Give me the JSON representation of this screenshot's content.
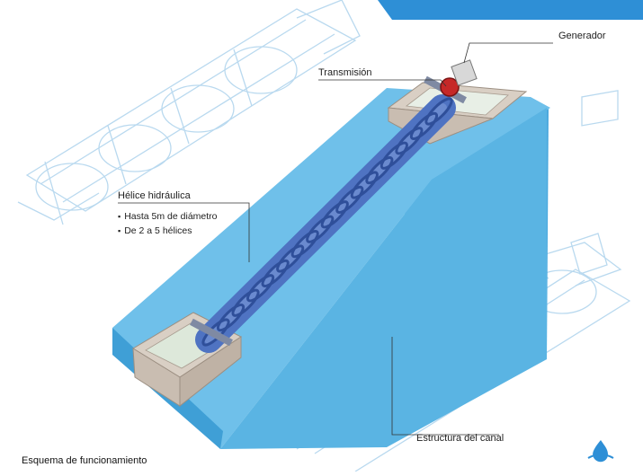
{
  "labels": {
    "generator": "Generador",
    "transmission": "Transmisión",
    "screw_title": "Hélice hidráulica",
    "screw_bullets": [
      "Hasta 5m de diámetro",
      "De 2 a 5 hélices"
    ],
    "channel": "Estructura del canal"
  },
  "caption": "Esquema de funcionamiento",
  "colors": {
    "water_top": "#6fc0ea",
    "water_side": "#4aa8dd",
    "water_front": "#5ab4e3",
    "screw": "#4f73c2",
    "screw_dark": "#2f4f9a",
    "concrete": "#d9cfc4",
    "generator": "#c62828",
    "sketch": "#b9d9ef",
    "banner": "#2e8fd6"
  },
  "icons": {
    "logo": "water-drop-logo-icon"
  }
}
